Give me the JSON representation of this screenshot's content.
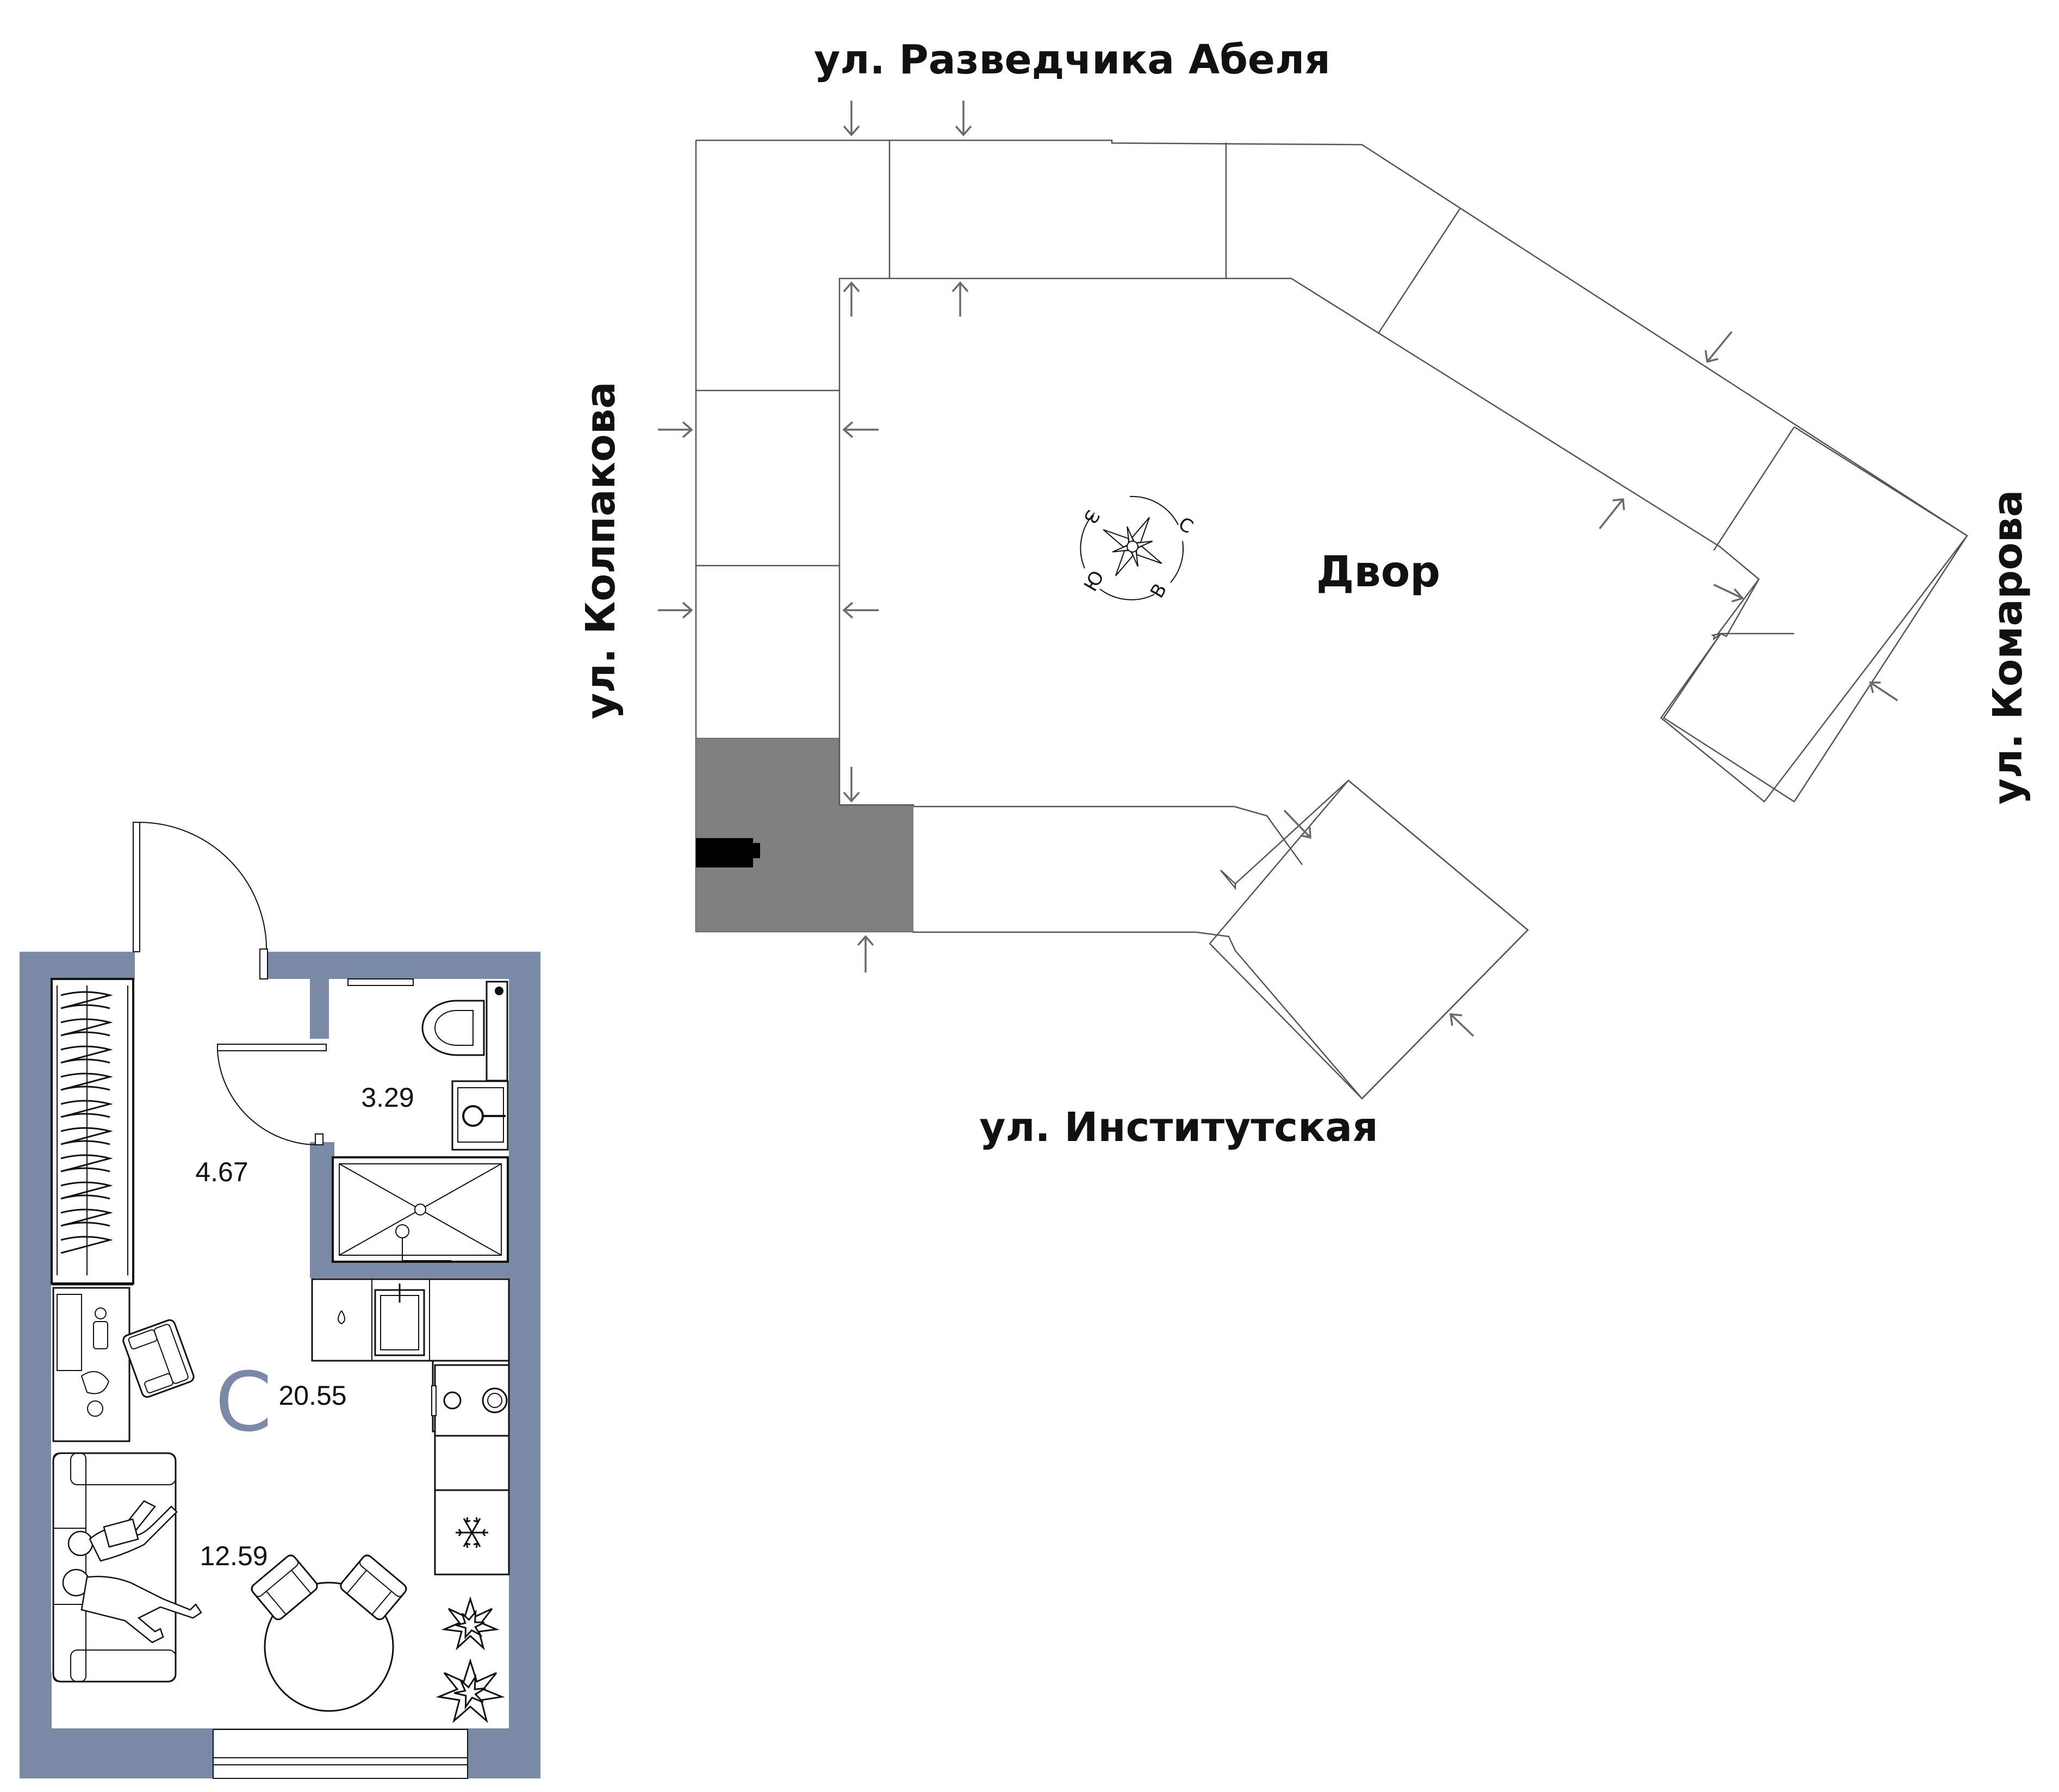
{
  "site_plan": {
    "streets": {
      "north": "ул. Разведчика Абеля",
      "west": "ул. Колпакова",
      "east": "ул. Комарова",
      "south": "ул. Институтская"
    },
    "courtyard_label": "Двор",
    "compass": {
      "north": "С",
      "east": "В",
      "south": "Ю",
      "west": "З"
    },
    "colors": {
      "selected_section": "#808080",
      "selected_unit": "#000000",
      "outline": "#555555",
      "arrows": "#6a6a6a"
    }
  },
  "apartment": {
    "type_letter": "С",
    "rooms": {
      "bathroom_area": "3.29",
      "hallway_area": "4.67",
      "total_area": "20.55",
      "living_area": "12.59"
    },
    "colors": {
      "walls": "#7a8aa6",
      "lines": "#111111"
    },
    "fixtures": [
      "wardrobe-icon",
      "toilet-icon",
      "washbasin-icon",
      "shower-icon",
      "kitchen-sink-icon",
      "stove-icon",
      "fridge-icon",
      "desk-icon",
      "armchair-icon",
      "sofa-icon",
      "people-icon",
      "dining-table-icon",
      "chair-icon",
      "plant-icon"
    ]
  }
}
